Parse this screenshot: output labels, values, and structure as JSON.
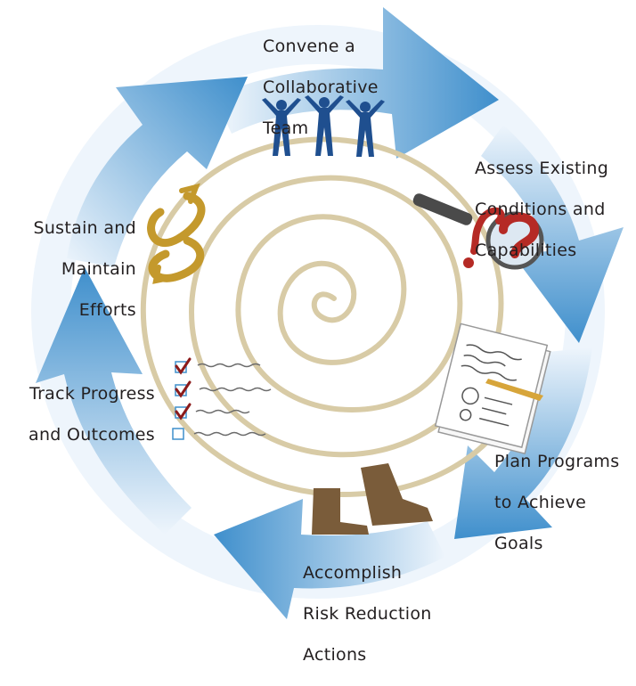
{
  "steps": [
    {
      "label": [
        "Convene a",
        "Collaborative",
        "Team"
      ]
    },
    {
      "label": [
        "Assess Existing",
        "Conditions and",
        "Capabilities"
      ]
    },
    {
      "label": [
        "Plan Programs",
        "to Achieve",
        "Goals"
      ]
    },
    {
      "label": [
        "Accomplish",
        "Risk Reduction",
        "Actions"
      ]
    },
    {
      "label": [
        "Track Progress",
        "and Outcomes"
      ]
    },
    {
      "label": [
        "Sustain and",
        "Maintain",
        "Efforts"
      ]
    }
  ],
  "colors": {
    "arrow_dark": "#3f8fcc",
    "arrow_light": "#e8f2fb",
    "spiral": "#d8cba6",
    "people": "#1f4f8f",
    "gold": "#c4992c",
    "question": "#b52a25",
    "boot": "#7a5c3a",
    "check": "#8b1a1a",
    "box": "#3f8fcc"
  },
  "icons": [
    "people-icon",
    "magnifier-question-icon",
    "document-pencil-icon",
    "boots-icon",
    "checklist-icon",
    "cycle-arrows-icon"
  ]
}
